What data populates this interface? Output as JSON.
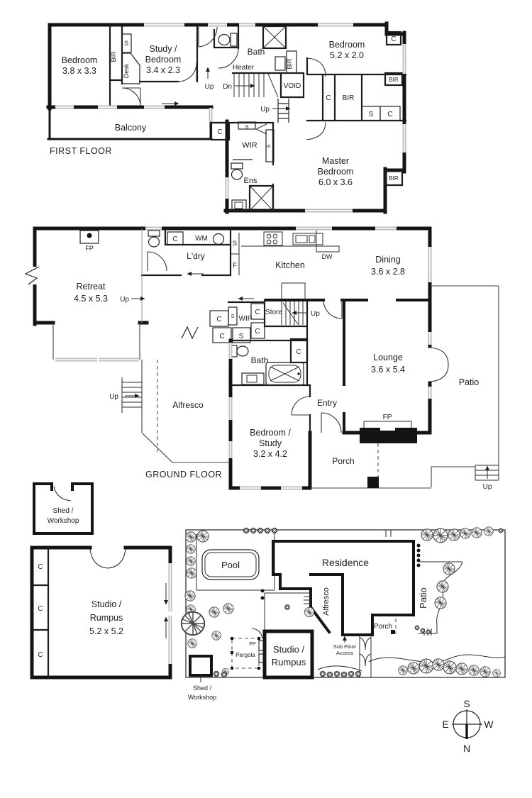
{
  "colors": {
    "wall": "#141414",
    "window_glass": "#bdbdbd",
    "thin_line": "#3f3f3f",
    "text": "#1d1d1d",
    "background": "#ffffff"
  },
  "abbr": {
    "c": "C",
    "s": "S",
    "bir": "BIR",
    "wir": "WIR",
    "ens": "Ens",
    "wm": "WM",
    "f": "F",
    "dw": "DW",
    "fp": "FP",
    "wip": "WIP",
    "void": "VOID",
    "store": "Store",
    "desk": "Desk",
    "heater": "Heater",
    "up": "Up",
    "dn": "Dn"
  },
  "first_floor": {
    "title": "FIRST FLOOR",
    "bedroom1": {
      "name": "Bedroom",
      "dims": "3.8 x 3.3"
    },
    "study": {
      "name1": "Study /",
      "name2": "Bedroom",
      "dims": "3.4 x 2.3"
    },
    "bath": "Bath",
    "bedroom2": {
      "name": "Bedroom",
      "dims": "5.2 x 2.0"
    },
    "master": {
      "name1": "Master",
      "name2": "Bedroom",
      "dims": "6.0 x 3.6"
    },
    "balcony": "Balcony"
  },
  "ground_floor": {
    "title": "GROUND FLOOR",
    "retreat": {
      "name": "Retreat",
      "dims": "4.5 x 5.3"
    },
    "laundry": "L'dry",
    "kitchen": "Kitchen",
    "dining": {
      "name": "Dining",
      "dims": "3.6 x 2.8"
    },
    "lounge": {
      "name": "Lounge",
      "dims": "3.6 x 5.4"
    },
    "patio": "Patio",
    "entry": "Entry",
    "porch": "Porch",
    "alfresco": "Alfresco",
    "bath": "Bath",
    "bedroom_study": {
      "name1": "Bedroom /",
      "name2": "Study",
      "dims": "3.2 x 4.2"
    }
  },
  "outbuildings": {
    "shed": {
      "name1": "Shed /",
      "name2": "Workshop"
    },
    "studio": {
      "name1": "Studio /",
      "name2": "Rumpus",
      "dims": "5.2 x 5.2"
    }
  },
  "site_plan": {
    "pool": "Pool",
    "residence": "Residence",
    "alfresco": "Alfresco",
    "patio": "Patio",
    "porch": "Porch",
    "sub_floor1": "Sub Floor",
    "sub_floor2": "Access",
    "studio1": "Studio /",
    "studio2": "Rumpus",
    "pergola": "Pergola",
    "fp": "FP",
    "shed1": "Shed /",
    "shed2": "Workshop"
  },
  "compass": {
    "north": "N",
    "south": "S",
    "east": "E",
    "west": "W"
  }
}
